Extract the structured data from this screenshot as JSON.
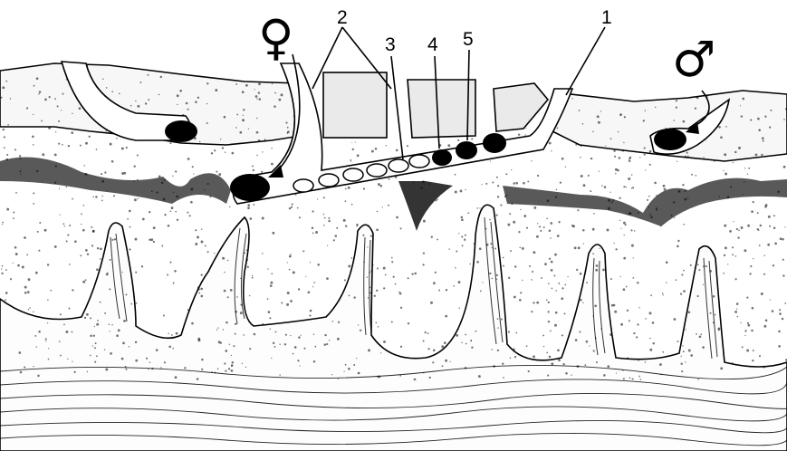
{
  "labels": {
    "female_symbol": "♀",
    "male_symbol": "♂",
    "n1": "1",
    "n2": "2",
    "n3": "3",
    "n4": "4",
    "n5": "5"
  },
  "colors": {
    "ink": "#000000",
    "paper": "#ffffff"
  }
}
